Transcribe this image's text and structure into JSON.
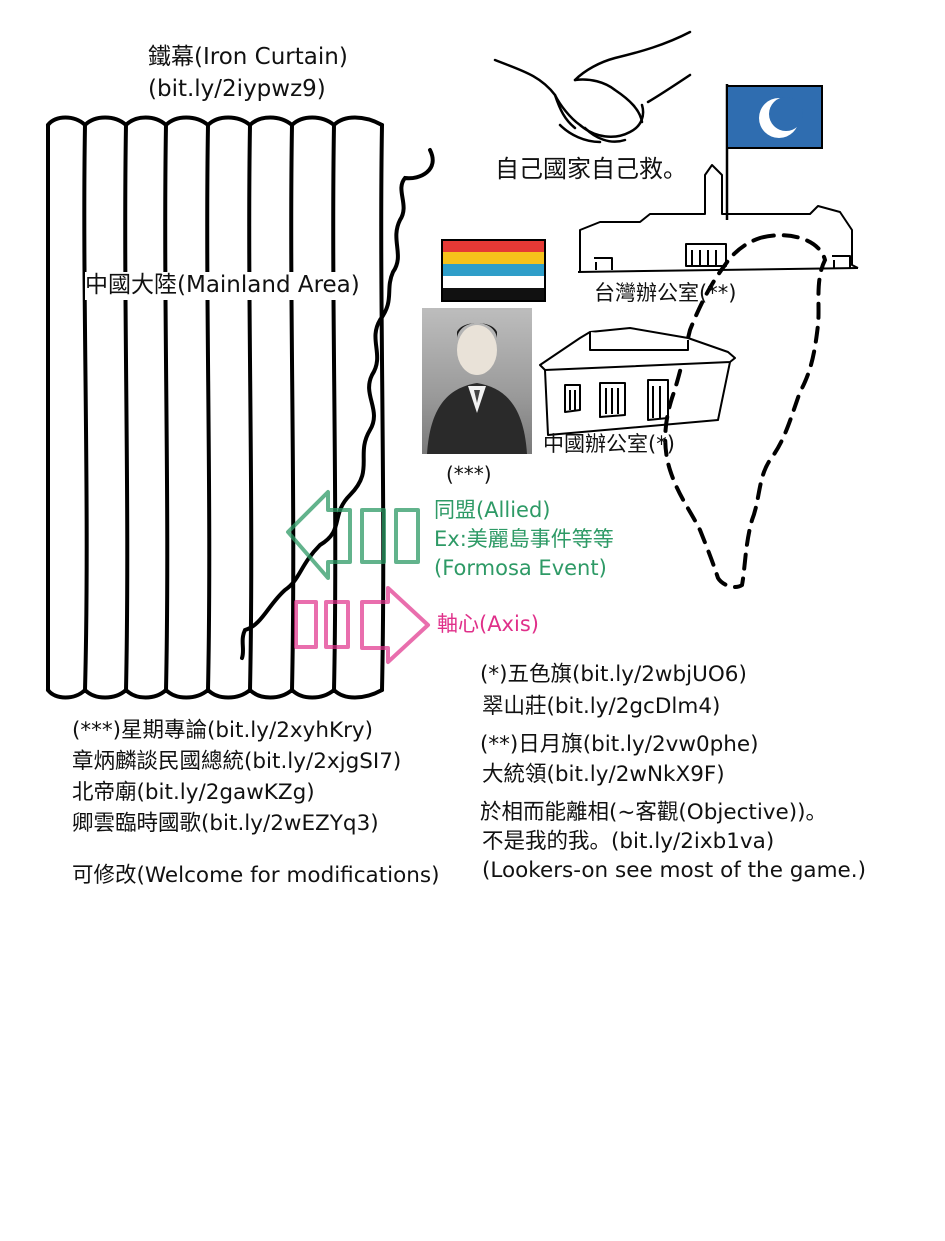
{
  "iron_curtain": {
    "title": "鐵幕(Iron Curtain)",
    "link": "(bit.ly/2iypwz9)"
  },
  "mainland": {
    "label": "中國大陸(Mainland Area)"
  },
  "slogan": "自己國家自己救。",
  "taiwan_office": "台灣辦公室(**)",
  "china_office": "中國辦公室(*)",
  "portrait_caption": "(***)",
  "allied": {
    "line1": "同盟(Allied)",
    "line2": "Ex:美麗島事件等等",
    "line3": "(Formosa Event)",
    "color": "#2e9a66"
  },
  "axis": {
    "label": "軸心(Axis)",
    "color": "#e0308a"
  },
  "notes_left": [
    "(***)星期專論(bit.ly/2xyhKry)",
    "章炳麟談民國總統(bit.ly/2xjgSI7)",
    "北帝廟(bit.ly/2gawKZg)",
    "卿雲臨時國歌(bit.ly/2wEZYq3)"
  ],
  "modifications": "可修改(Welcome for modifications)",
  "notes_right_a": [
    "(*)五色旗(bit.ly/2wbjUO6)",
    "翠山莊(bit.ly/2gcDlm4)"
  ],
  "notes_right_b": [
    "(**)日月旗(bit.ly/2vw0phe)",
    "大統領(bit.ly/2wNkX9F)"
  ],
  "notes_right_c": [
    "於相而能離相(~客觀(Objective))。",
    "不是我的我。(bit.ly/2ixb1va)",
    "(Lookers-on see most of the game.)"
  ],
  "five_color_flag": [
    "#e53935",
    "#f6c21b",
    "#2f9ec9",
    "#ffffff",
    "#111111"
  ],
  "sun_moon_flag": {
    "field": "#2f6db0",
    "moon": "#ffffff"
  }
}
